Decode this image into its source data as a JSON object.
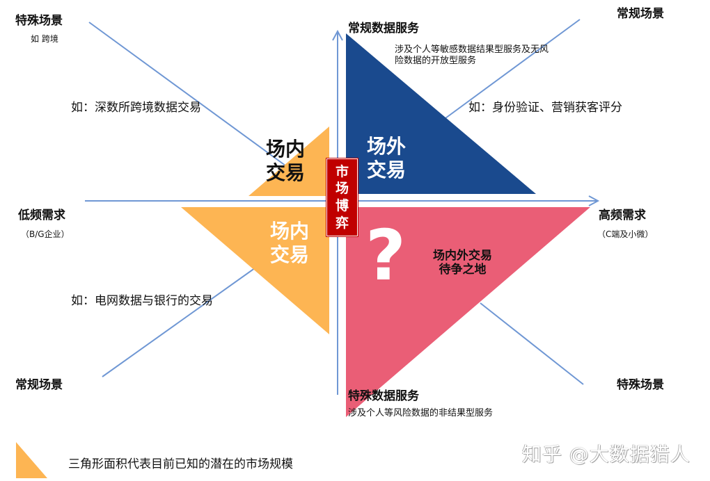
{
  "colors": {
    "axis": "#6f97d4",
    "blue_triangle": "#1a4a8e",
    "orange_triangle": "#fdb553",
    "pink_triangle": "#ea5e76",
    "red_box": "#c00000"
  },
  "axes": {
    "x_left": {
      "label": "低频需求",
      "sub": "（B/G企业）"
    },
    "x_right": {
      "label": "高频需求",
      "sub": "（C端及小微）"
    }
  },
  "corners": {
    "top_left": {
      "label": "特殊场景",
      "sub": "如 跨境"
    },
    "top_right": {
      "label": "常规场景"
    },
    "bottom_left": {
      "label": "常规场景"
    },
    "bottom_right": {
      "label": "特殊场景"
    }
  },
  "quadrants": {
    "top_left": {
      "triangle_label_line1": "场内",
      "triangle_label_line2": "交易",
      "example": "如：深数所跨境数据交易"
    },
    "top_right": {
      "title": "常规数据服务",
      "desc_line1": "涉及个人等敏感数据结果型服务及无风",
      "desc_line2": "险数据的开放型服务",
      "triangle_label_line1": "场外",
      "triangle_label_line2": "交易",
      "example": "如：身份验证、营销获客评分"
    },
    "bottom_left": {
      "triangle_label_line1": "场内",
      "triangle_label_line2": "交易",
      "example": "如：电网数据与银行的交易"
    },
    "bottom_right": {
      "question_mark": "?",
      "label_line1": "场内外交易",
      "label_line2": "待争之地",
      "title": "特殊数据服务",
      "desc": "涉及个人等风险数据的非结果型服务"
    }
  },
  "center_box": {
    "chars": [
      "市",
      "场",
      "博",
      "弈"
    ]
  },
  "legend": {
    "text": "三角形面积代表目前已知的潜在的市场规模"
  },
  "watermark": "知乎 @大数据猎人"
}
